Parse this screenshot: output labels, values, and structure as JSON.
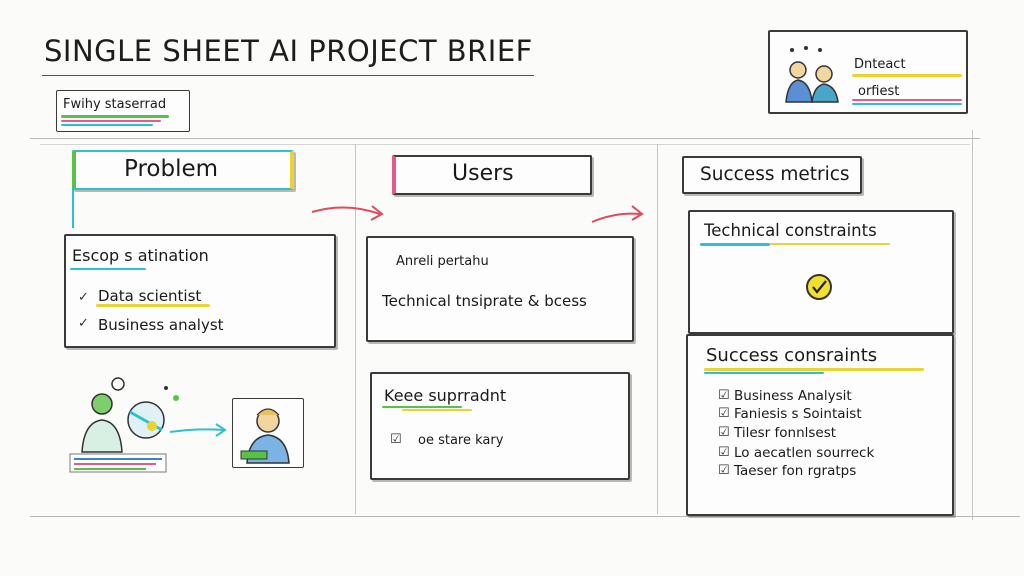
{
  "title": "SINGLE SHEET  AI PROJECT BRIEF",
  "badge": "Fwihy staserrad",
  "contact": {
    "line1": "Dnteact",
    "line2": "orfiest"
  },
  "columns": {
    "problem": {
      "header": "Problem",
      "card_title": "Escop s atination",
      "items": [
        "Data scientist",
        "Business analyst"
      ]
    },
    "users": {
      "header": "Users",
      "card_line1": "Anreli pertahu",
      "card_line2": "Technical tnsiprate & bcess",
      "card2_title": "Keee suprradnt",
      "card2_items": [
        "oe stare kary"
      ]
    },
    "success": {
      "header": "Success metrics",
      "card1_title": "Technical constraints",
      "card2_title": "Success consraints",
      "card2_items": [
        "Business Analysit",
        "Faniesis s Sointaist",
        "Tilesr fonnlsest",
        "Lo aecatlen sourreck",
        "Taeser fon rgratps"
      ]
    }
  },
  "colors": {
    "teal": "#2fc0cf",
    "yellow": "#e8d431",
    "pink": "#e35a8c",
    "green": "#58c244",
    "red_arrow": "#e04a5a",
    "blue": "#3a7fd0"
  }
}
